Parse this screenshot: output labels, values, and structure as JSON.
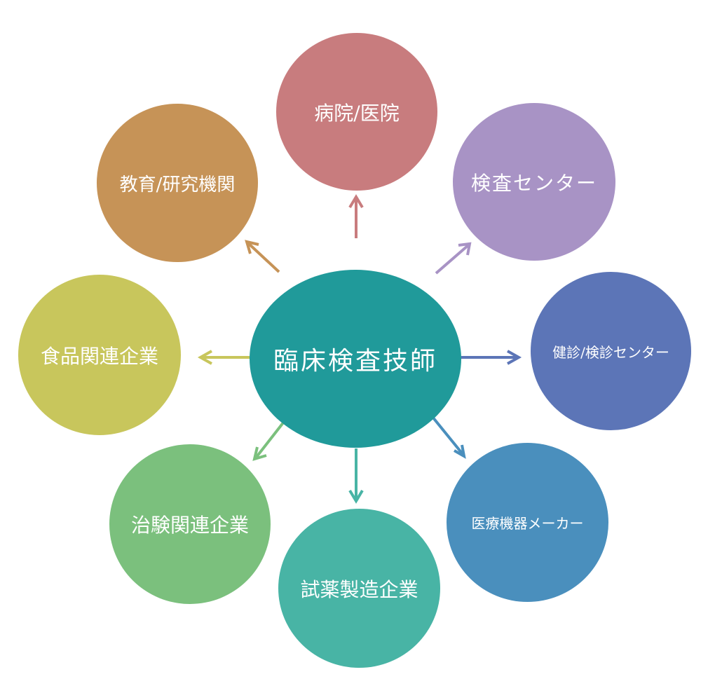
{
  "center": {
    "label": "臨床検査技師",
    "color": "#209a9a"
  },
  "nodes": [
    {
      "id": "hospital",
      "label": "病院/医院",
      "color": "#c87c7e"
    },
    {
      "id": "lab-center",
      "label": "検査センター",
      "color": "#a893c5"
    },
    {
      "id": "checkup",
      "label": "健診/検診センター",
      "color": "#5c75b7"
    },
    {
      "id": "device",
      "label": "医療機器メーカー",
      "color": "#4a8fbd"
    },
    {
      "id": "reagent",
      "label": "試薬製造企業",
      "color": "#48b4a5"
    },
    {
      "id": "trial",
      "label": "治験関連企業",
      "color": "#7bc07d"
    },
    {
      "id": "food",
      "label": "食品関連企業",
      "color": "#c8c65c"
    },
    {
      "id": "education",
      "label": "教育/研究機関",
      "color": "#c69357"
    }
  ]
}
